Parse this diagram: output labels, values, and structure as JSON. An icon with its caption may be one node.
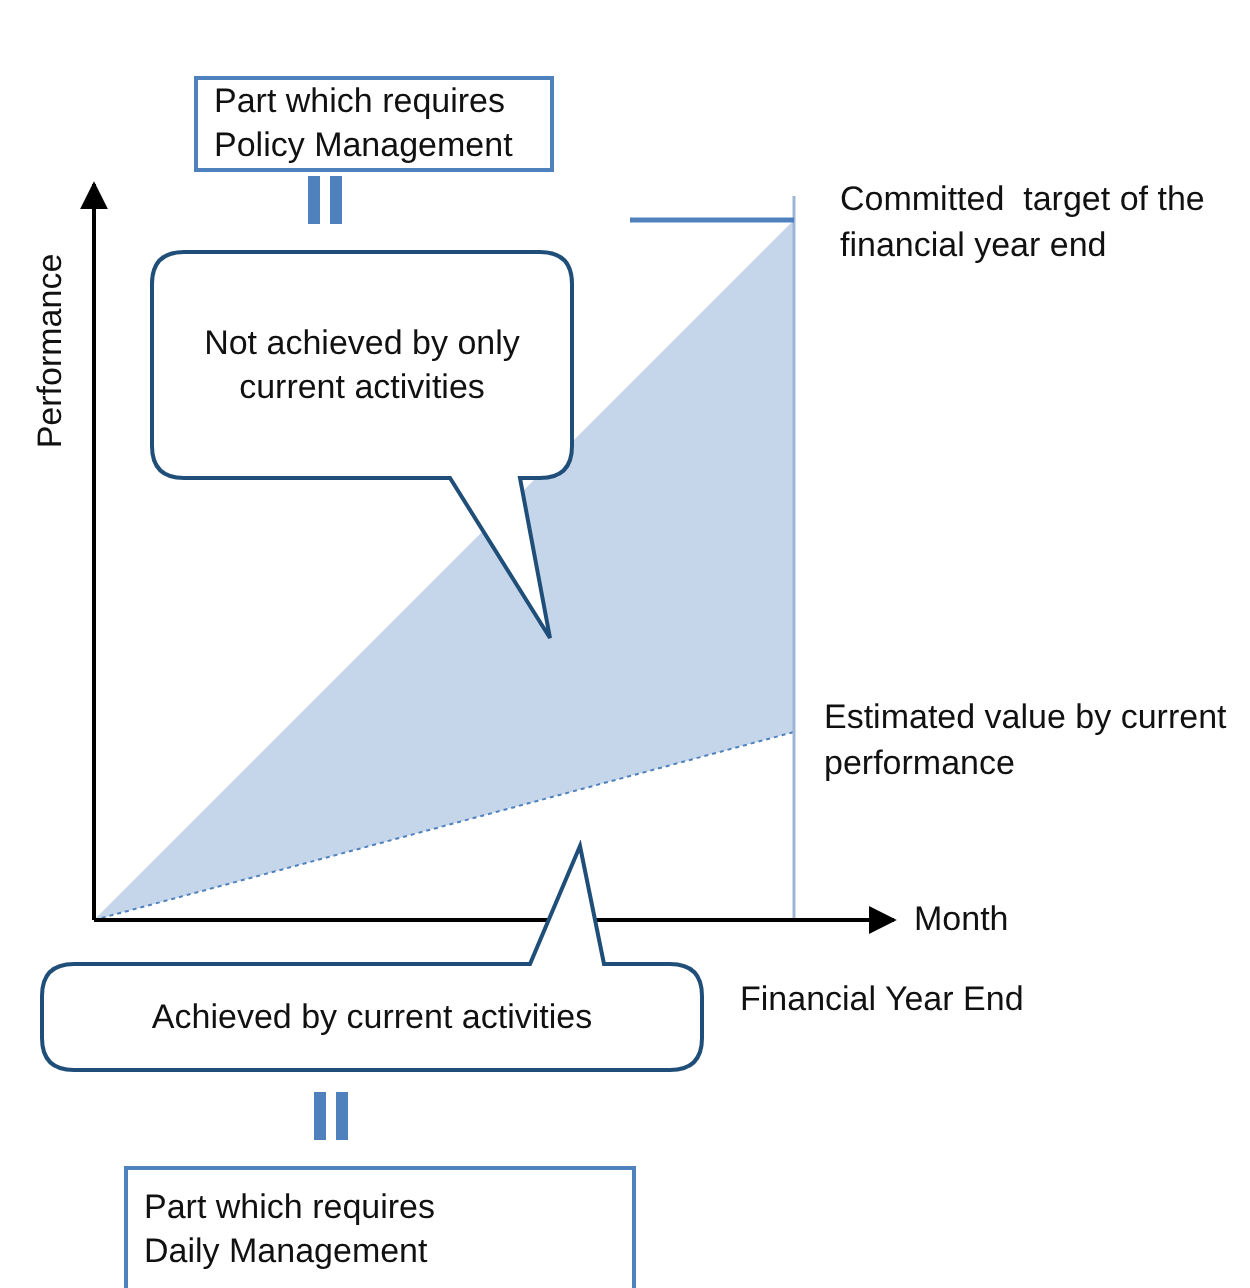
{
  "diagram": {
    "nodes": [
      {
        "text": [
          "Part which requires Policy Management"
        ]
      },
      {
        "text": [
          "Not achieved by only current activities"
        ]
      },
      {
        "text": [
          "Achieved by current activities"
        ]
      },
      {
        "text": [
          "Part which requires Daily Management"
        ]
      }
    ],
    "labels": [
      "Performance",
      "Committed  target of the financial year end",
      "Estimated value by current performance",
      "Month",
      "Financial Year End"
    ]
  }
}
